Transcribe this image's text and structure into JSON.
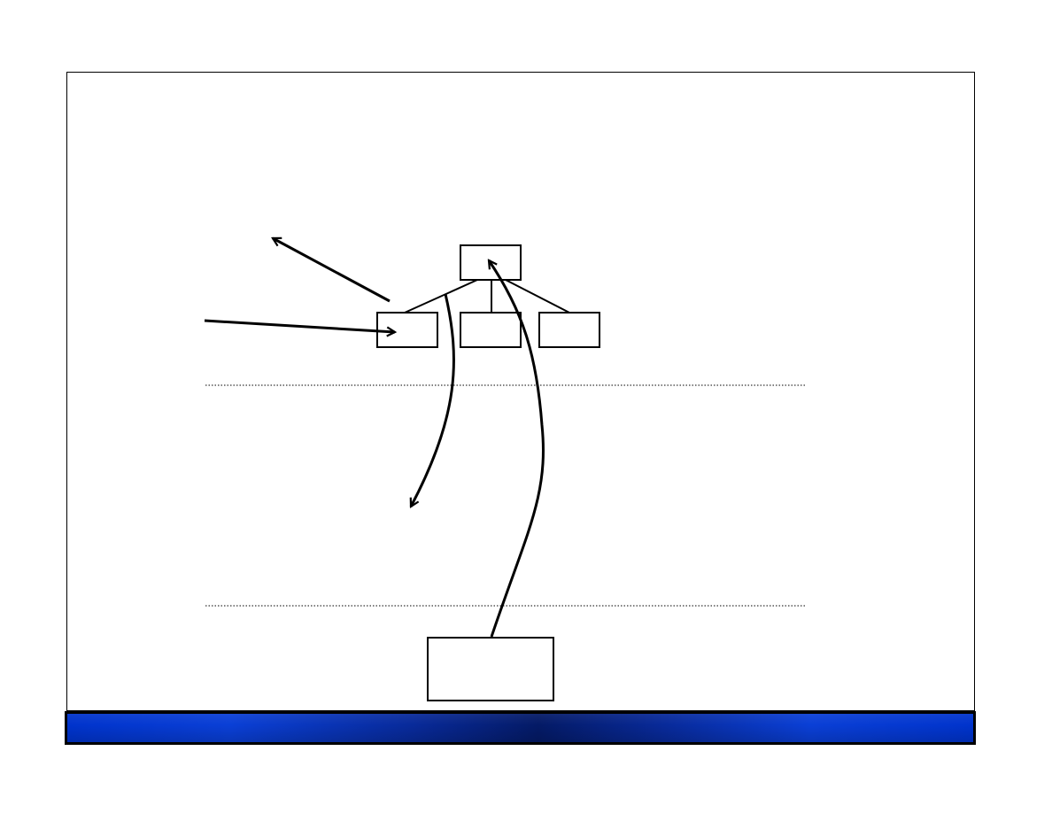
{
  "slide": {
    "footer_color": "#0033cc",
    "line_color": "#000000"
  },
  "diagram": {
    "nodes": [
      {
        "id": "root-box",
        "label": ""
      },
      {
        "id": "child-box-left",
        "label": ""
      },
      {
        "id": "child-box-middle",
        "label": ""
      },
      {
        "id": "child-box-right",
        "label": ""
      },
      {
        "id": "bottom-box",
        "label": ""
      }
    ],
    "edges": [
      {
        "from": "root-box",
        "to": "child-box-left"
      },
      {
        "from": "root-box",
        "to": "child-box-middle"
      },
      {
        "from": "root-box",
        "to": "child-box-right"
      }
    ],
    "arrows": [
      {
        "id": "arrow-up-left"
      },
      {
        "id": "arrow-into-left-child"
      },
      {
        "id": "arrow-curve-down"
      },
      {
        "id": "arrow-curve-up-to-root"
      }
    ],
    "separators": 2
  }
}
